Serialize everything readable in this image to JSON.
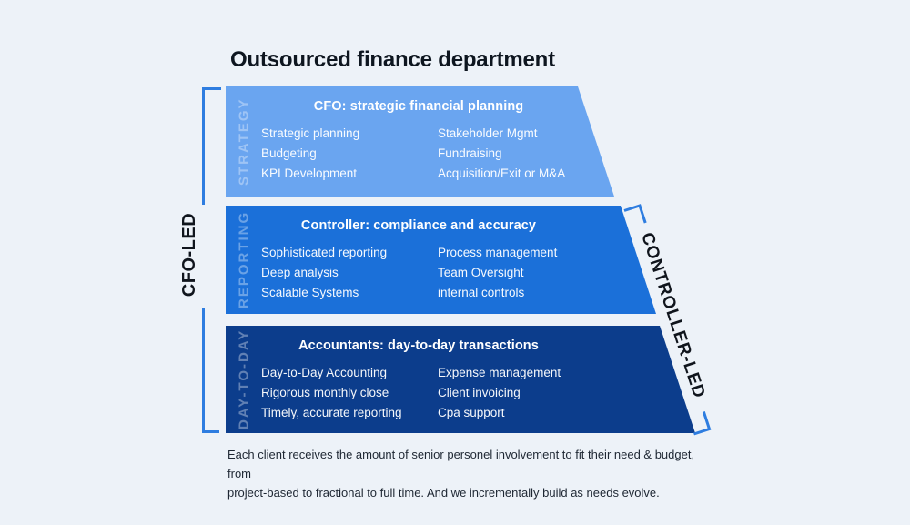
{
  "header": {
    "title": "Outsourced finance department"
  },
  "tiers": [
    {
      "side_label": "STRATEGY",
      "title": "CFO: strategic financial planning",
      "left_items": [
        "Strategic planning",
        "Budgeting",
        "KPI Development"
      ],
      "right_items": [
        "Stakeholder Mgmt",
        "Fundraising",
        "Acquisition/Exit or M&A"
      ],
      "color": "#6aa5f0"
    },
    {
      "side_label": "REPORTING",
      "title": "Controller: compliance and accuracy",
      "left_items": [
        "Sophisticated reporting",
        "Deep analysis",
        "Scalable Systems"
      ],
      "right_items": [
        "Process management",
        "Team Oversight",
        "internal controls"
      ],
      "color": "#1b70d9"
    },
    {
      "side_label": "DAY-TO-DAY",
      "title": "Accountants: day-to-day transactions",
      "left_items": [
        "Day-to-Day Accounting",
        "Rigorous monthly close",
        "Timely, accurate reporting"
      ],
      "right_items": [
        "Expense management",
        "Client invoicing",
        "Cpa support"
      ],
      "color": "#0c3d8c"
    }
  ],
  "brackets": {
    "left_label": "CFO-LED",
    "right_label": "CONTROLLER-LED",
    "color": "#2e7de0"
  },
  "caption": {
    "line1": "Each client receives the amount of senior personel involvement to fit their need & budget, from",
    "line2": "project-based to fractional to full time. And we incrementally build as needs evolve."
  },
  "colors": {
    "background": "#edf2f8",
    "title_text": "#0e1620",
    "bracket_label_text": "#10151d"
  }
}
